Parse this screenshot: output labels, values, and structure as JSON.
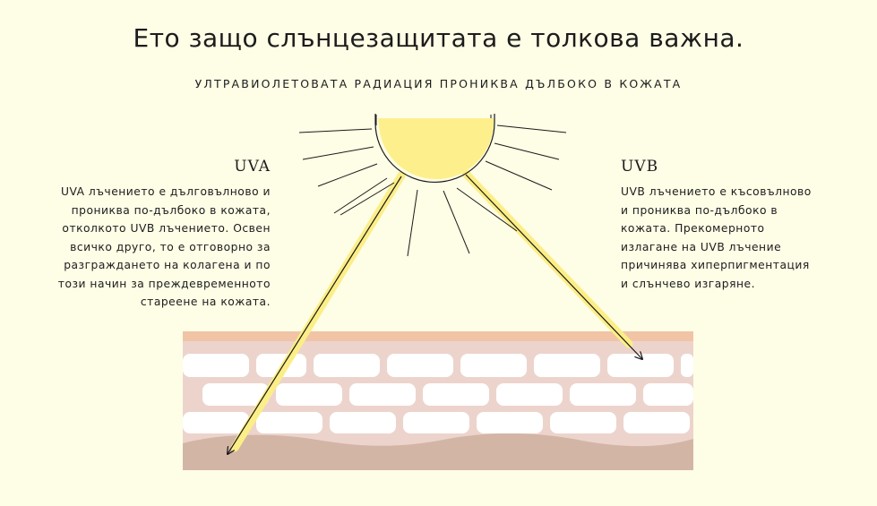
{
  "title": "Ето защо слънцезащитата е толкова важна.",
  "subtitle": "УЛТРАВИОЛЕТОВАТА РАДИАЦИЯ ПРОНИКВА ДЪЛБОКО В КОЖАТА",
  "uva": {
    "heading": "UVA",
    "lines": [
      "UVA лъчението е дълговълново и",
      "прониква по-дълбоко в кожата,",
      "отколкото UVB лъчението. Освен",
      "всичко друго, то е отговорно за",
      "разграждането на колагена и по",
      "този начин за преждевременното",
      "стареене на кожата."
    ]
  },
  "uvb": {
    "heading": "UVB",
    "lines": [
      "UVB лъчението е късовълново",
      "и прониква по-дълбоко в",
      "кожата. Прекомерното",
      "излагане на UVB лъчение",
      "причинява хиперпигментация",
      "и слънчево изгаряне."
    ]
  },
  "colors": {
    "background": "#fefde6",
    "sun": "#fdf08c",
    "skin_top": "#f1c4a6",
    "skin_mid": "#ecd4cc",
    "skin_deep": "#d3b5a6",
    "cells": "#ffffff",
    "ray_glow": "#fcee86"
  }
}
